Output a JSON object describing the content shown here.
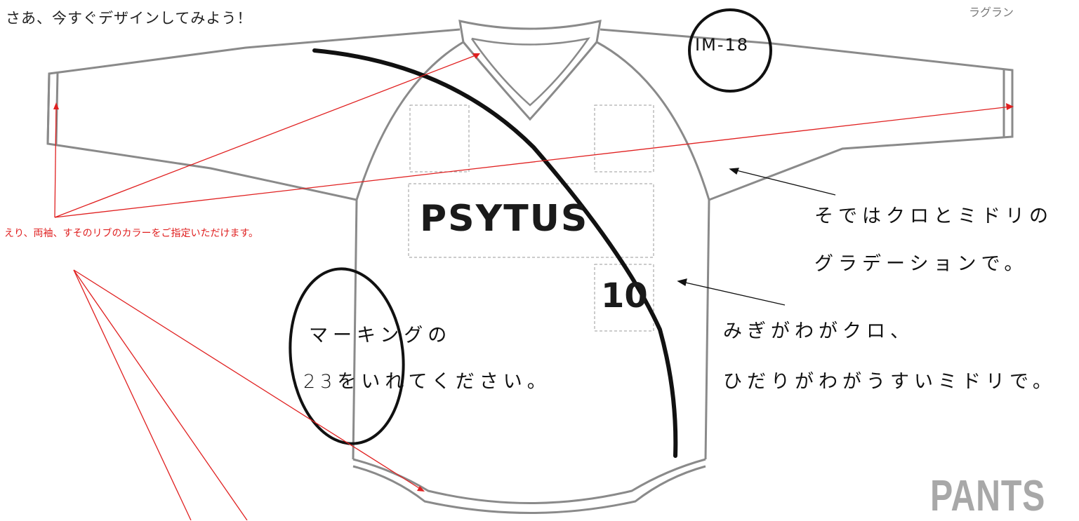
{
  "header": {
    "intro": "さあ、今すぐデザインしてみよう！",
    "style_label": "ラグラン"
  },
  "annotations": {
    "rib_color_note": "えり、両袖、すそのリブのカラーをご指定いただけます。",
    "sleeve_note_line1": "そではクロとミドリの",
    "sleeve_note_line2": "グラデーションで。",
    "body_note_line1": "みぎがわがクロ、",
    "body_note_line2": "ひだりがわがうすいミドリで。",
    "marking_note_line1": "マーキングの",
    "marking_note_line2": "23をいれてください。"
  },
  "jersey": {
    "team_name": "PSYTUS",
    "front_number": "10",
    "model_code": "IM-18"
  },
  "footer": {
    "section_label": "PANTS"
  },
  "colors": {
    "outline": "#8a8a8a",
    "leader_line": "#e02020",
    "ink": "#111111",
    "placement_box": "#9a9a9a"
  }
}
